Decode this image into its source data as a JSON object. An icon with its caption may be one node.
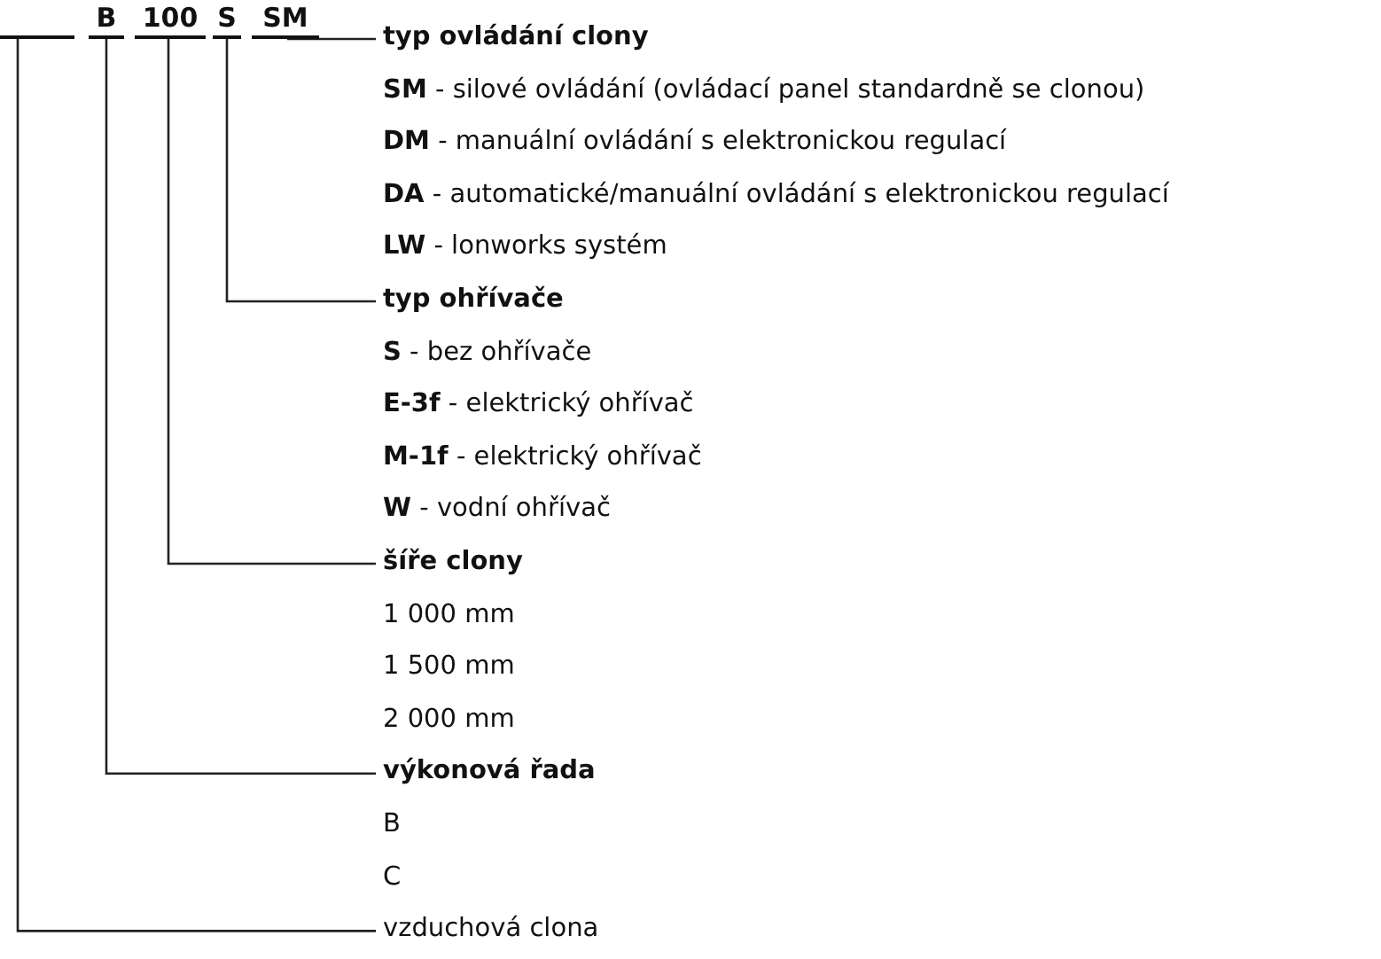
{
  "diagram": {
    "nodes": [
      {
        "text": [],
        "shape": "bar"
      },
      {
        "text": [
          "B"
        ]
      },
      {
        "text": [
          "100"
        ]
      },
      {
        "text": [
          "S"
        ]
      },
      {
        "text": [
          "SM"
        ]
      },
      {
        "text": [
          "typ ovládání clony"
        ]
      },
      {
        "text": [
          "typ ohřívače"
        ]
      },
      {
        "text": [
          "šíře clony"
        ]
      },
      {
        "text": [
          "výkonová řada"
        ]
      },
      {
        "text": [
          "vzduchová clona"
        ]
      }
    ],
    "edges": [
      {
        "from": 4,
        "to": 5,
        "arrow": "none"
      },
      {
        "from": 3,
        "to": 6,
        "arrow": "none"
      },
      {
        "from": 2,
        "to": 7,
        "arrow": "none"
      },
      {
        "from": 1,
        "to": 8,
        "arrow": "none"
      },
      {
        "from": 0,
        "to": 9,
        "arrow": "none"
      }
    ],
    "labels": [
      "**SM** - silové ovládání (ovládací panel standardně se clonou)",
      "**DM** - manuální ovládání s elektronickou regulací",
      "**DA** - automatické/manuální ovládání s elektronickou regulací",
      "**LW** - lonworks systém",
      "**S** - bez ohřívače",
      "**E-3f** - elektrický ohřívač",
      "**M-1f** - elektrický ohřívač",
      "**W** - vodní ohřívač",
      "1 000 mm",
      "1 500 mm",
      "2 000 mm",
      "B",
      "C"
    ]
  }
}
